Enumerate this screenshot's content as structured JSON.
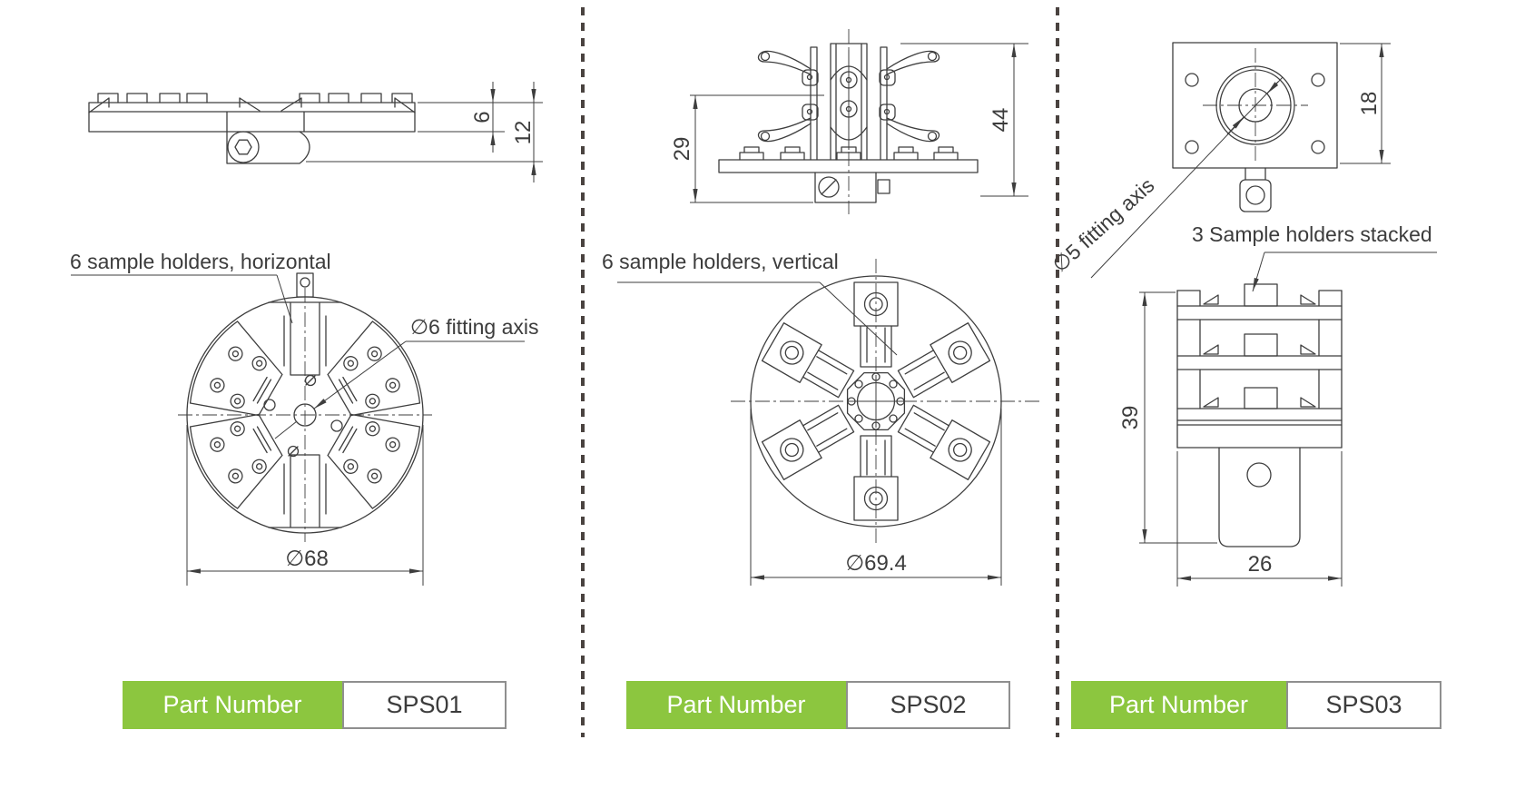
{
  "colors": {
    "line": "#3e3e3e",
    "accent_green": "#8cc63f",
    "badge_border": "#8f8f8f",
    "text_dark": "#3c3c3c",
    "divider": "#4a4340",
    "background": "#ffffff"
  },
  "panels": [
    {
      "id": "sps01",
      "callout_holders": "6 sample holders, horizontal",
      "callout_axis": "∅6 fitting axis",
      "dim_plate_thickness": "6",
      "dim_total_height": "12",
      "dim_diameter": "∅68",
      "part_label": "Part Number",
      "part_number": "SPS01"
    },
    {
      "id": "sps02",
      "callout_holders": "6 sample holders, vertical",
      "dim_holder_height": "29",
      "dim_total_height": "44",
      "dim_diameter": "∅69.4",
      "part_label": "Part Number",
      "part_number": "SPS02"
    },
    {
      "id": "sps03",
      "callout_axis": "∅5 fitting axis",
      "callout_stacked": "3 Sample holders stacked",
      "dim_top_height": "18",
      "dim_stack_height": "39",
      "dim_width": "26",
      "part_label": "Part Number",
      "part_number": "SPS03"
    }
  ]
}
